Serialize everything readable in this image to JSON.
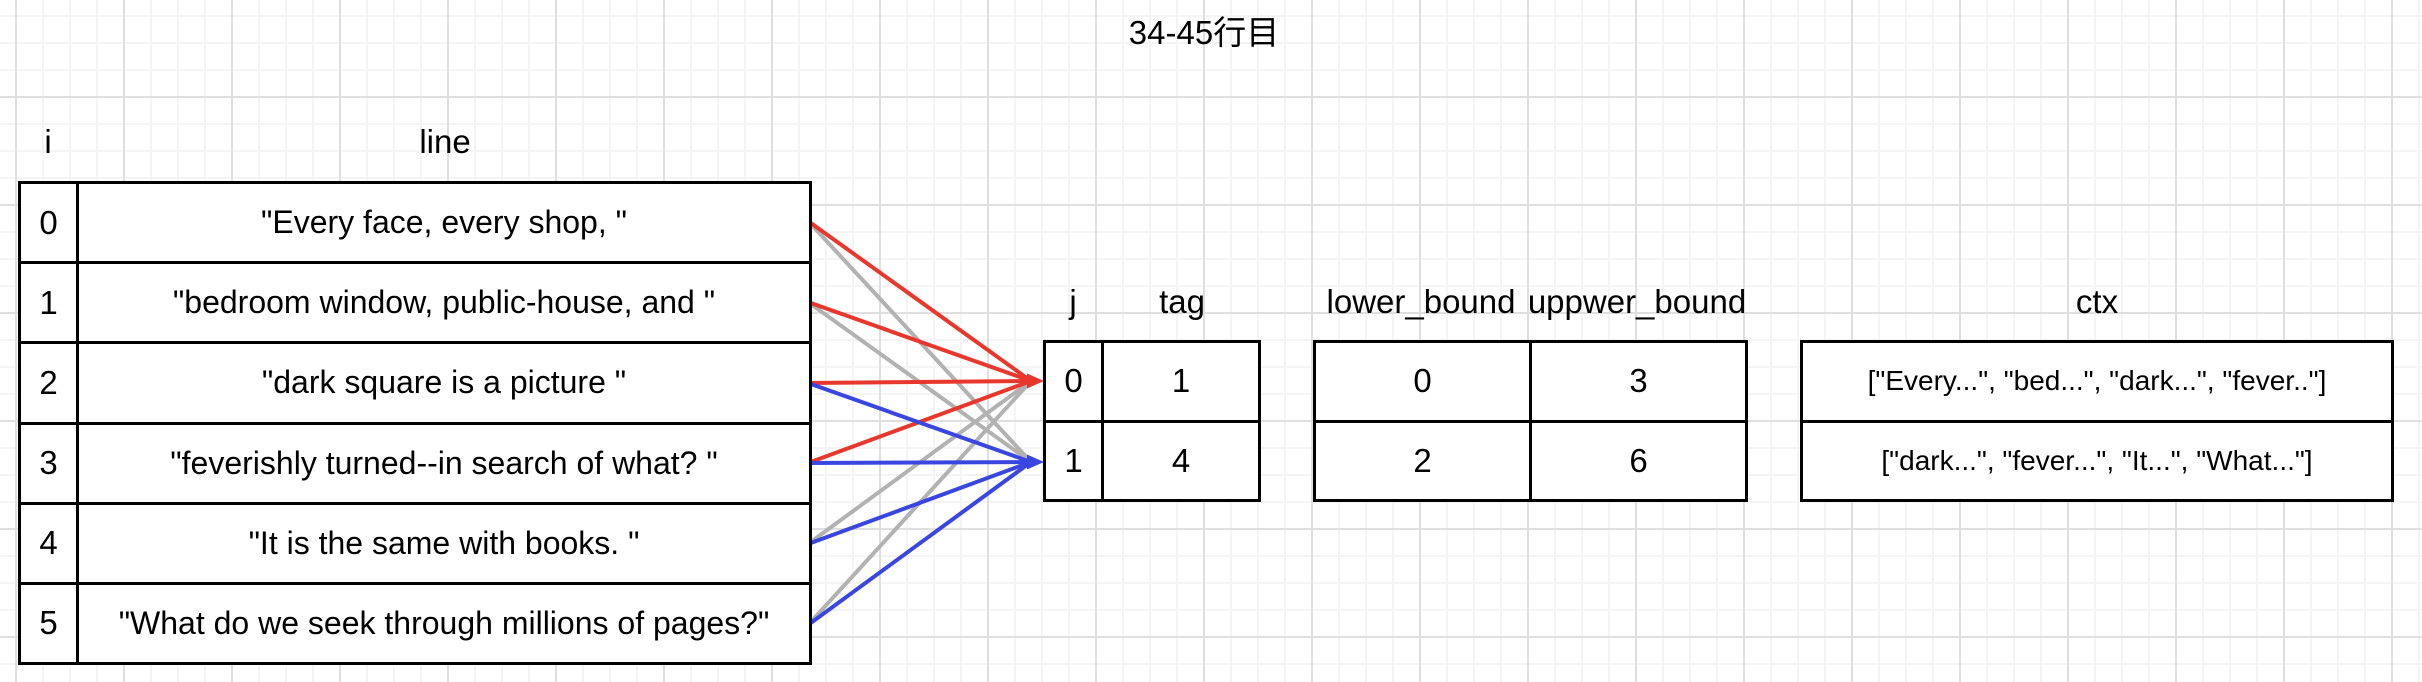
{
  "title": "34-45行目",
  "colors": {
    "red": "#e8372c",
    "blue": "#3947e0",
    "gray": "#b2b2b2"
  },
  "lines_table": {
    "col_headers": [
      "i",
      "line"
    ],
    "rows": [
      {
        "i": "0",
        "text": "\"Every face, every shop, \""
      },
      {
        "i": "1",
        "text": "\"bedroom window, public-house, and \""
      },
      {
        "i": "2",
        "text": "\"dark square is a picture \""
      },
      {
        "i": "3",
        "text": "\"feverishly turned--in search of what? \""
      },
      {
        "i": "4",
        "text": "\"It is the same with books. \""
      },
      {
        "i": "5",
        "text": "\"What do we seek through millions of pages?\""
      }
    ]
  },
  "chunk_table": {
    "col_headers": [
      "j",
      "tag"
    ],
    "rows": [
      {
        "j": "0",
        "tag": "1"
      },
      {
        "j": "1",
        "tag": "4"
      }
    ]
  },
  "bounds_table": {
    "col_headers": [
      "lower_bound",
      "uppwer_bound"
    ],
    "rows": [
      {
        "lower": "0",
        "upper": "3"
      },
      {
        "lower": "2",
        "upper": "6"
      }
    ]
  },
  "ctx_table": {
    "header": "ctx",
    "rows": [
      "[\"Every...\", \"bed...\", \"dark...\", \"fever..\"]",
      "[\"dark...\", \"fever...\", \"It...\", \"What...\"]"
    ]
  },
  "edges": [
    {
      "from_i": 4,
      "to_j": 0,
      "color": "gray"
    },
    {
      "from_i": 5,
      "to_j": 0,
      "color": "gray"
    },
    {
      "from_i": 0,
      "to_j": 1,
      "color": "gray"
    },
    {
      "from_i": 1,
      "to_j": 1,
      "color": "gray"
    },
    {
      "from_i": 0,
      "to_j": 0,
      "color": "red"
    },
    {
      "from_i": 1,
      "to_j": 0,
      "color": "red"
    },
    {
      "from_i": 2,
      "to_j": 0,
      "color": "red"
    },
    {
      "from_i": 3,
      "to_j": 0,
      "color": "red"
    },
    {
      "from_i": 2,
      "to_j": 1,
      "color": "blue"
    },
    {
      "from_i": 3,
      "to_j": 1,
      "color": "blue"
    },
    {
      "from_i": 4,
      "to_j": 1,
      "color": "blue"
    },
    {
      "from_i": 5,
      "to_j": 1,
      "color": "blue"
    }
  ],
  "arrowheads": [
    {
      "j": 0,
      "color": "red"
    },
    {
      "j": 1,
      "color": "blue"
    }
  ]
}
